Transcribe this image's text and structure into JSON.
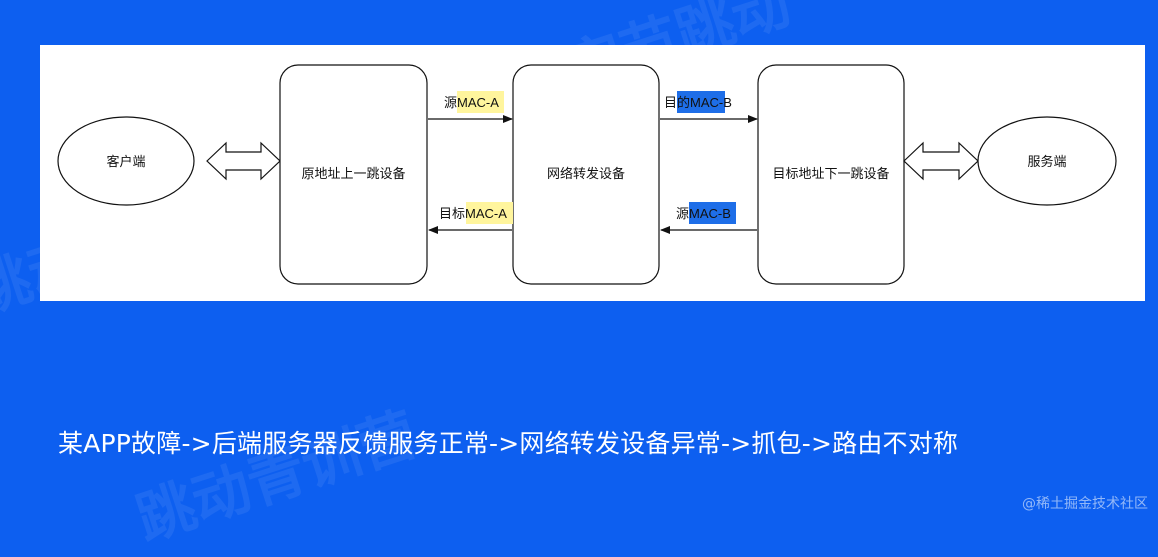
{
  "diagram": {
    "nodes": {
      "client": "客户端",
      "source_hop": "原地址上一跳设备",
      "forwarder": "网络转发设备",
      "dest_hop": "目标地址下一跳设备",
      "server": "服务端"
    },
    "edges": {
      "top_left": {
        "prefix": "源",
        "highlight": "MAC-A",
        "suffix": ""
      },
      "top_right": {
        "prefix": "目的",
        "highlight": "MAC",
        "suffix": "-B"
      },
      "bottom_left": {
        "prefix": "目标",
        "highlight": "MAC-A",
        "suffix": ""
      },
      "bottom_right": {
        "prefix": "源",
        "highlight": "MAC-B",
        "suffix": ""
      }
    },
    "highlight_colors": {
      "yellow": "#fff59d",
      "blue": "#1e6ee8"
    }
  },
  "caption": "某APP故障->后端服务器反馈服务正常->网络转发设备异常->抓包->路由不对称",
  "credit": "@稀土掘金技术社区"
}
